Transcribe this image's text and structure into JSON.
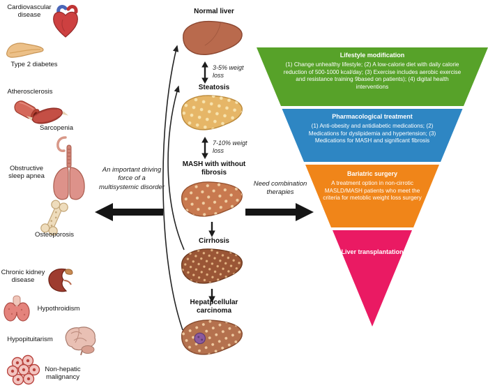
{
  "figure": {
    "comorbidities": [
      {
        "label": "Cardiovascular disease",
        "icon": "heart-icon"
      },
      {
        "label": "Type 2 diabetes",
        "icon": "pancreas-icon"
      },
      {
        "label": "Atherosclerosis",
        "icon": "artery-icon"
      },
      {
        "label": "Sarcopenia",
        "icon": "muscle-icon"
      },
      {
        "label": "Obstructive sleep apnea",
        "icon": "respiratory-icon"
      },
      {
        "label": "Osteoporosis",
        "icon": "bone-icon"
      },
      {
        "label": "Chronic kidney disease",
        "icon": "kidney-icon"
      },
      {
        "label": "Hypothroidism",
        "icon": "thyroid-icon"
      },
      {
        "label": "Hypopituitarism",
        "icon": "brain-icon"
      },
      {
        "label": "Non-hepatic malignancy",
        "icon": "cancer-cells-icon"
      }
    ],
    "stages": [
      {
        "label": "Normal liver",
        "icon": "normal-liver-icon"
      },
      {
        "label": "Steatosis",
        "icon": "steatosis-liver-icon"
      },
      {
        "label": "MASH with without fibrosis",
        "icon": "mash-liver-icon"
      },
      {
        "label": "Cirrhosis",
        "icon": "cirrhosis-liver-icon"
      },
      {
        "label": "Hepatpcellular carcinoma",
        "icon": "hcc-liver-icon"
      }
    ],
    "transitions": [
      {
        "label": "3-5% weigt loss"
      },
      {
        "label": "7-10% weigt loss"
      }
    ],
    "annotations": {
      "left": "An important driving force of a multisystemic disorder",
      "right": "Need combination therapies"
    },
    "pyramid": {
      "tiers": [
        {
          "title": "Lifestyle modification",
          "body": "(1) Change unhealthy lifestyle; (2) A low-calorie diet with daily calorie reduction of 500-1000 kcal/day; (3) Exercise includes aerobic exercise and resistance training 9based on patients); (4) digital health interventions",
          "color": "#57a229"
        },
        {
          "title": "Pharmacological treatment",
          "body": "(1) Anti-obesity and antidiabetic medications; (2) Medications for dyslipidemia and hypertension; (3) Medications for MASH and significant fibrosis",
          "color": "#2e86c3"
        },
        {
          "title": "Bariatric surgery",
          "body": "A treatment option in non-cirrotic MASLD/MASH patients who meet the criteria for metoblic weight loss surgery",
          "color": "#f08519"
        },
        {
          "title": "Liver transplantation",
          "body": "",
          "color": "#ea1a63"
        }
      ]
    }
  }
}
